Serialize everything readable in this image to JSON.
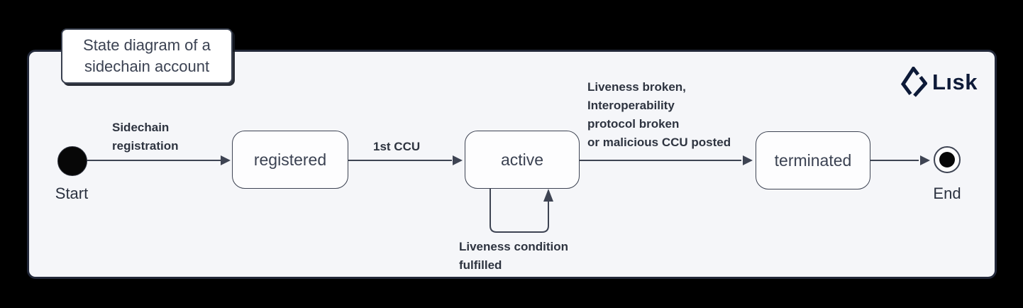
{
  "title_box": {
    "lines": [
      "State diagram of a",
      "sidechain account"
    ]
  },
  "logo": {
    "wordmark": "Lısk",
    "icon": "lisk-diamond-icon",
    "color": "#0d1a38"
  },
  "nodes": {
    "start": {
      "label": "Start"
    },
    "end": {
      "label": "End"
    },
    "states": [
      {
        "id": "registered",
        "label": "registered"
      },
      {
        "id": "active",
        "label": "active"
      },
      {
        "id": "terminated",
        "label": "terminated"
      }
    ]
  },
  "transitions": [
    {
      "from": "start",
      "to": "registered",
      "label_lines": [
        "Sidechain",
        "registration"
      ]
    },
    {
      "from": "registered",
      "to": "active",
      "label_lines": [
        "1st CCU"
      ]
    },
    {
      "from": "active",
      "to": "terminated",
      "label_lines": [
        "Liveness broken,",
        "Interoperability",
        "protocol broken",
        "or malicious CCU posted"
      ]
    },
    {
      "from": "active",
      "to": "active",
      "label_lines": [
        "Liveness condition",
        "fulfilled"
      ]
    },
    {
      "from": "terminated",
      "to": "end",
      "label_lines": []
    }
  ],
  "colors": {
    "canvas_bg": "#000000",
    "panel_bg": "#f5f6f9",
    "panel_border": "#222839",
    "node_border": "#3e4453",
    "node_fill": "#fdfdfe",
    "text": "#3b4252",
    "edge": "#3e4453",
    "logo": "#0d1a38"
  }
}
